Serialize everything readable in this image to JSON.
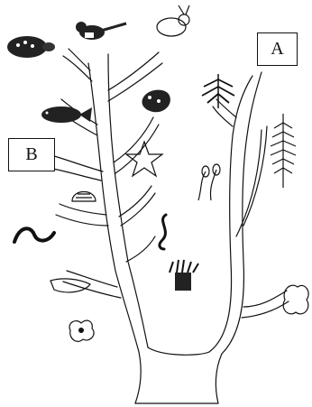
{
  "labels": {
    "a": "A",
    "b": "B"
  },
  "organisms": [
    {
      "id": "turtle",
      "icon": "turtle-icon"
    },
    {
      "id": "bird",
      "icon": "bird-icon"
    },
    {
      "id": "rabbit",
      "icon": "rabbit-icon"
    },
    {
      "id": "fish",
      "icon": "fish-icon"
    },
    {
      "id": "frog",
      "icon": "frog-icon"
    },
    {
      "id": "starfish",
      "icon": "starfish-icon"
    },
    {
      "id": "clam",
      "icon": "clam-icon"
    },
    {
      "id": "earthworm",
      "icon": "earthworm-icon"
    },
    {
      "id": "roundworm",
      "icon": "roundworm-icon"
    },
    {
      "id": "flatworm",
      "icon": "flatworm-icon"
    },
    {
      "id": "amoeba",
      "icon": "amoeba-icon"
    },
    {
      "id": "sea-anemone",
      "icon": "sea-anemone-icon"
    },
    {
      "id": "pine-branch",
      "icon": "pine-branch-icon"
    },
    {
      "id": "fern",
      "icon": "fern-icon"
    },
    {
      "id": "moss",
      "icon": "moss-icon"
    },
    {
      "id": "seaweed",
      "icon": "seaweed-icon"
    }
  ]
}
